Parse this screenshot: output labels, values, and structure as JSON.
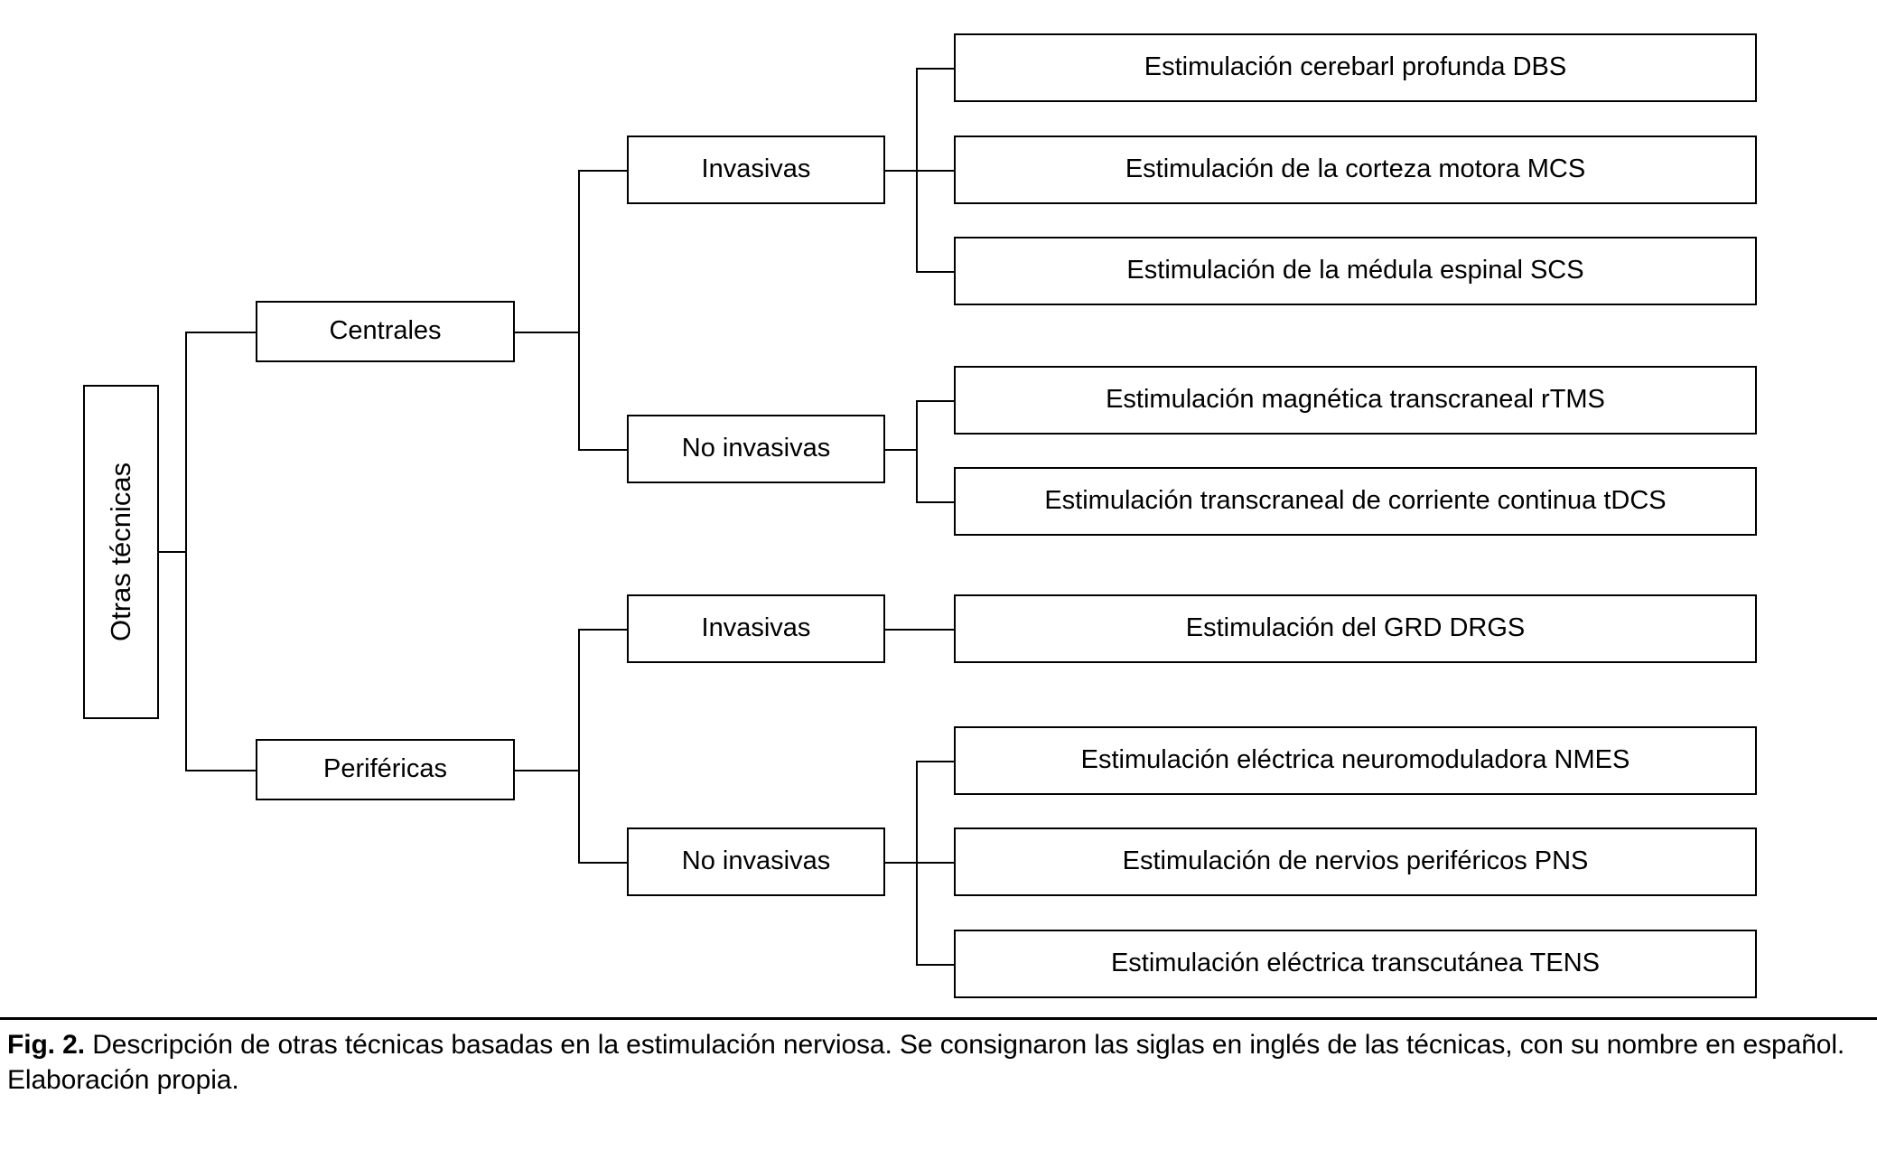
{
  "figure": {
    "root": {
      "label": "Otras técnicas"
    },
    "branches": [
      {
        "label": "Centrales",
        "groups": [
          {
            "label": "Invasivas",
            "items": [
              "Estimulación cerebarl profunda DBS",
              "Estimulación de la corteza motora MCS",
              "Estimulación de la médula espinal SCS"
            ]
          },
          {
            "label": "No invasivas",
            "items": [
              "Estimulación magnética transcraneal rTMS",
              "Estimulación transcraneal de corriente continua tDCS"
            ]
          }
        ]
      },
      {
        "label": "Periféricas",
        "groups": [
          {
            "label": "Invasivas",
            "items": [
              "Estimulación del GRD DRGS"
            ]
          },
          {
            "label": "No invasivas",
            "items": [
              "Estimulación eléctrica neuromoduladora NMES",
              "Estimulación de nervios periféricos PNS",
              "Estimulación eléctrica transcutánea TENS"
            ]
          }
        ]
      }
    ]
  },
  "caption": {
    "prefix": "Fig. 2.",
    "line1": " Descripción de otras técnicas basadas en la estimulación nerviosa. Se consignaron las siglas en inglés de las técnicas, con su nombre en español.",
    "line2": "Elaboración propia."
  },
  "colors": {
    "stroke": "#000000",
    "background": "#ffffff",
    "text": "#000000"
  }
}
